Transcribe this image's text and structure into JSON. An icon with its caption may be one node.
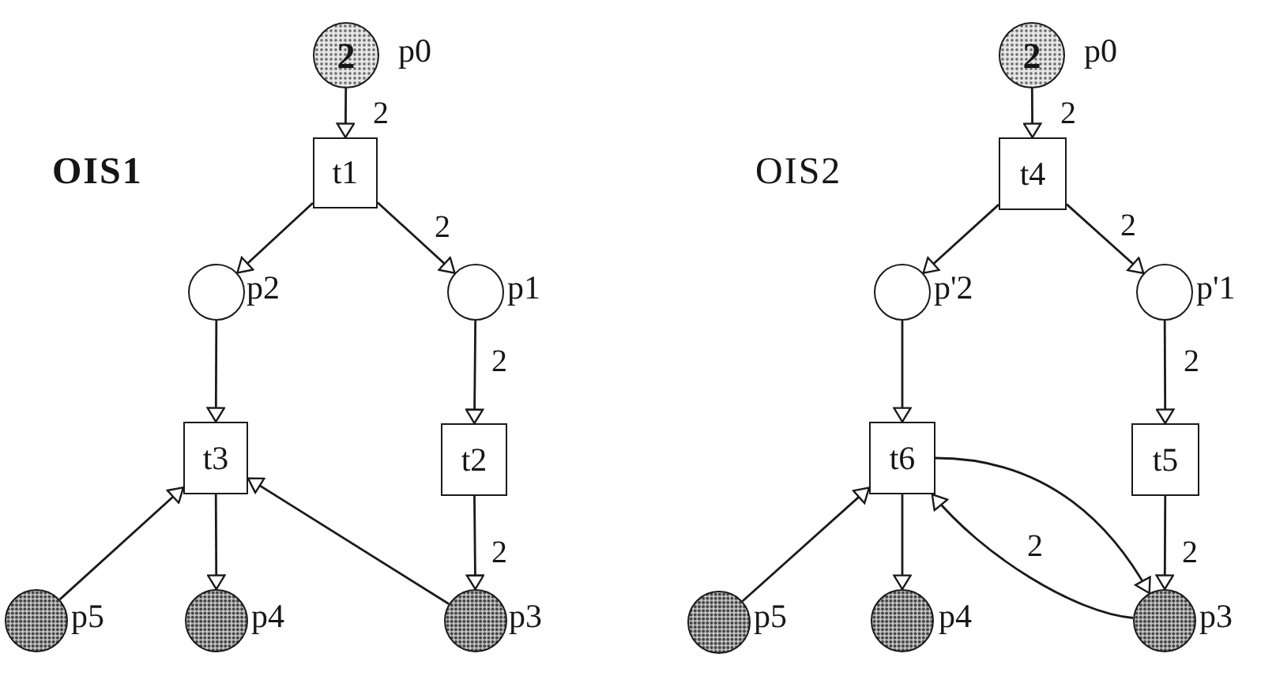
{
  "diagram": {
    "nodes": [
      {
        "text": [
          "2"
        ],
        "beside": [
          "p0"
        ]
      },
      {
        "text": [
          "t1"
        ]
      },
      {
        "text": [],
        "shape": "circle",
        "beside": [
          "p2"
        ]
      },
      {
        "text": [],
        "shape": "circle",
        "beside": [
          "p1"
        ]
      },
      {
        "text": [
          "t3"
        ]
      },
      {
        "text": [
          "t2"
        ]
      },
      {
        "text": [],
        "shape": "circle",
        "beside": [
          "p5"
        ]
      },
      {
        "text": [],
        "shape": "circle",
        "beside": [
          "p4"
        ]
      },
      {
        "text": [],
        "shape": "circle",
        "beside": [
          "p3"
        ]
      },
      {
        "text": [
          "2"
        ],
        "beside": [
          "p0"
        ]
      },
      {
        "text": [
          "t4"
        ]
      },
      {
        "text": [],
        "shape": "circle",
        "beside": [
          "p'2"
        ]
      },
      {
        "text": [],
        "shape": "circle",
        "beside": [
          "p'1"
        ]
      },
      {
        "text": [
          "t6"
        ]
      },
      {
        "text": [
          "t5"
        ]
      },
      {
        "text": [],
        "shape": "circle",
        "beside": [
          "p5"
        ]
      },
      {
        "text": [],
        "shape": "circle",
        "beside": [
          "p4"
        ]
      },
      {
        "text": [],
        "shape": "circle",
        "beside": [
          "p3"
        ]
      }
    ],
    "edges": [
      {
        "from": 0,
        "to": 1,
        "arrow": "to",
        "label": "2"
      },
      {
        "from": 1,
        "to": 2,
        "arrow": "to"
      },
      {
        "from": 1,
        "to": 3,
        "arrow": "to",
        "label": "2"
      },
      {
        "from": 2,
        "to": 4,
        "arrow": "to"
      },
      {
        "from": 3,
        "to": 5,
        "arrow": "to",
        "label": "2"
      },
      {
        "from": 6,
        "to": 4,
        "arrow": "to"
      },
      {
        "from": 4,
        "to": 7,
        "arrow": "to"
      },
      {
        "from": 8,
        "to": 4,
        "arrow": "to"
      },
      {
        "from": 5,
        "to": 8,
        "arrow": "to",
        "label": "2"
      },
      {
        "from": 9,
        "to": 10,
        "arrow": "to",
        "label": "2"
      },
      {
        "from": 10,
        "to": 11,
        "arrow": "to"
      },
      {
        "from": 10,
        "to": 12,
        "arrow": "to",
        "label": "2"
      },
      {
        "from": 11,
        "to": 13,
        "arrow": "to"
      },
      {
        "from": 12,
        "to": 14,
        "arrow": "to",
        "label": "2"
      },
      {
        "from": 15,
        "to": 13,
        "arrow": "to"
      },
      {
        "from": 13,
        "to": 16,
        "arrow": "to"
      },
      {
        "from": 17,
        "to": 13,
        "arrow": "to",
        "label": "2"
      },
      {
        "from": 13,
        "to": 17,
        "arrow": "to"
      },
      {
        "from": 14,
        "to": 17,
        "arrow": "to",
        "label": "2"
      }
    ],
    "labels": [
      "OIS1",
      "OIS2"
    ]
  }
}
